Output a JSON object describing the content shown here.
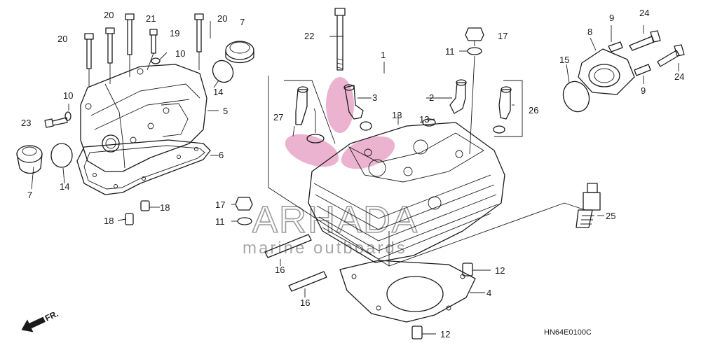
{
  "diagram": {
    "callouts": {
      "c20a": "20",
      "c21": "21",
      "c20b": "20",
      "c20c": "20",
      "c19": "19",
      "c10a": "10",
      "c7a": "7",
      "c14a": "14",
      "c5": "5",
      "c10b": "10",
      "c23": "23",
      "c6": "6",
      "c7b": "7",
      "c14b": "14",
      "c18a": "18",
      "c18b": "18",
      "c22": "22",
      "c1": "1",
      "c3": "3",
      "c27": "27",
      "c13a": "13",
      "c13b": "13",
      "c17a": "17",
      "c11a": "11",
      "c2": "2",
      "c26": "26",
      "c9a": "9",
      "c24a": "24",
      "c8": "8",
      "c15": "15",
      "c9b": "9",
      "c24b": "24",
      "c17b": "17",
      "c11b": "11",
      "c16a": "16",
      "c16b": "16",
      "c12a": "12",
      "c4": "4",
      "c12b": "12",
      "c25": "25"
    },
    "diagram_code": "HN64E0100C",
    "direction_label": "FR.",
    "watermark": {
      "brand": "ARHADA",
      "tagline": "marine outboards",
      "color": "#e8a6c8"
    }
  }
}
